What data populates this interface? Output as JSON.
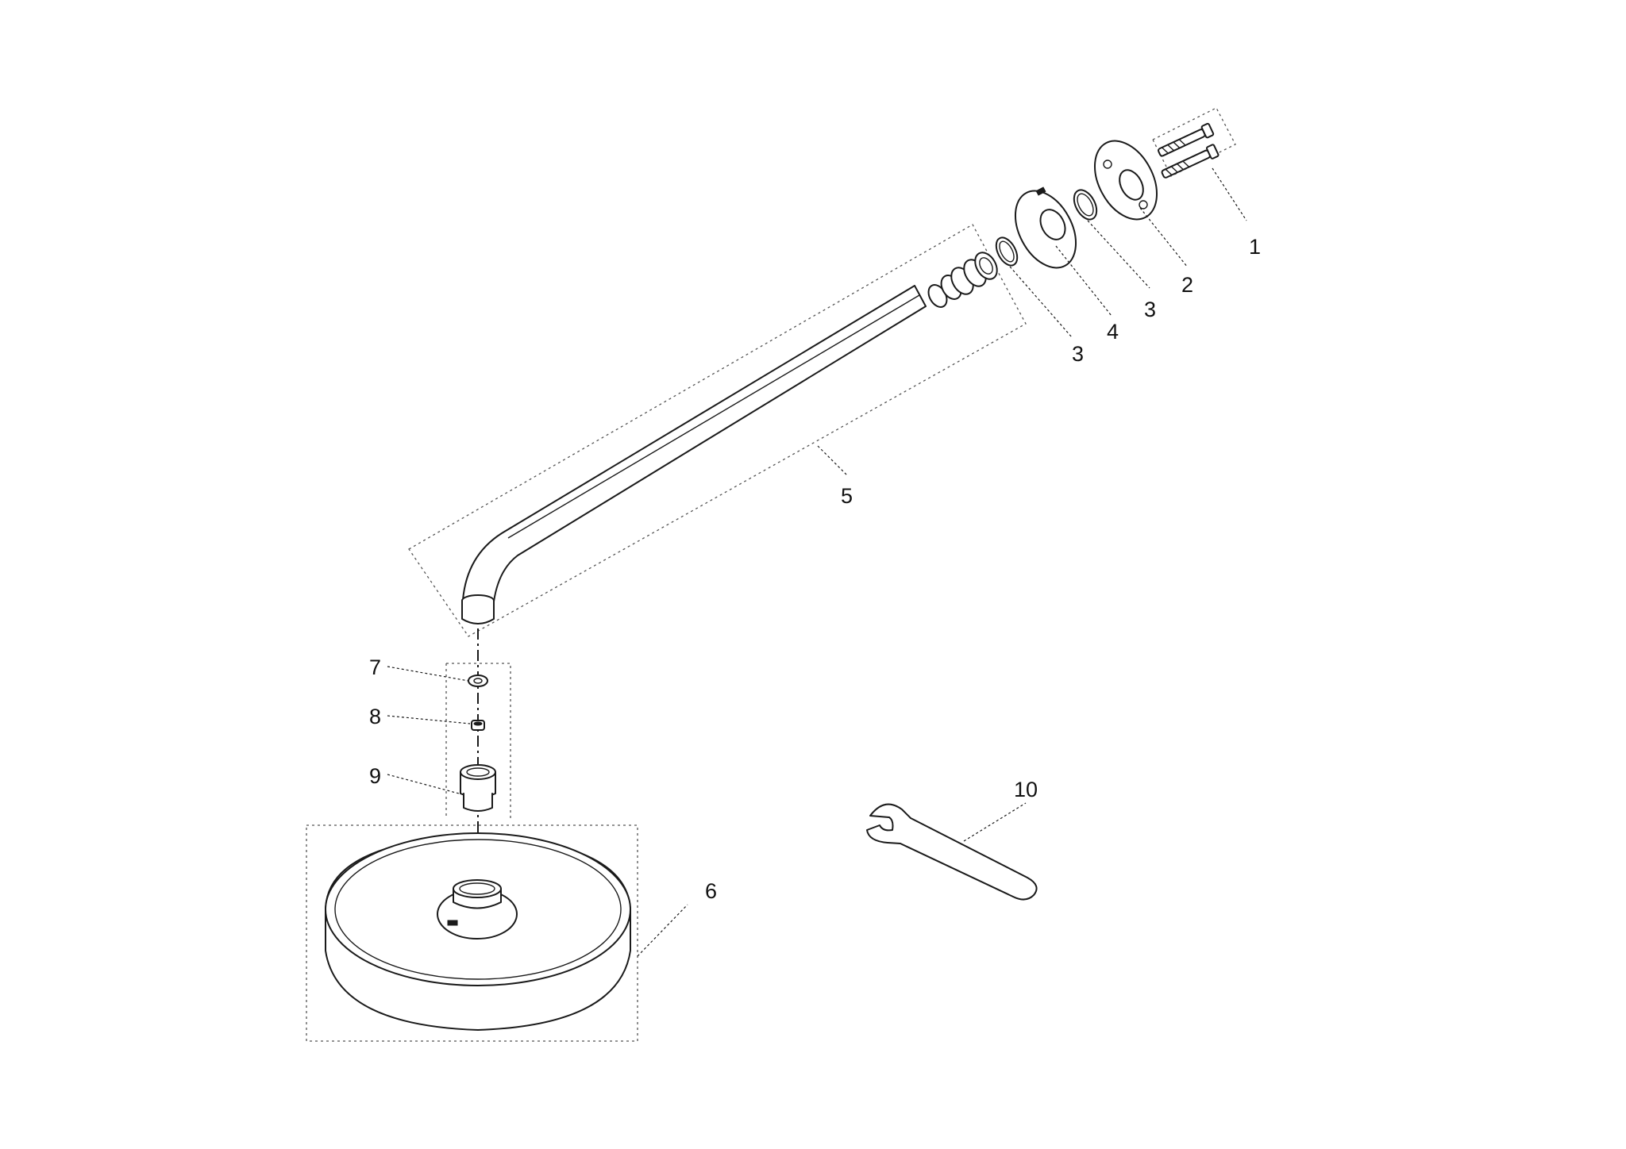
{
  "callouts": {
    "c1": "1",
    "c2": "2",
    "c3a": "3",
    "c3b": "3",
    "c4": "4",
    "c5": "5",
    "c6": "6",
    "c7": "7",
    "c8": "8",
    "c9": "9",
    "c10": "10"
  },
  "colors": {
    "line": "#1a1a1a",
    "background": "#ffffff"
  }
}
